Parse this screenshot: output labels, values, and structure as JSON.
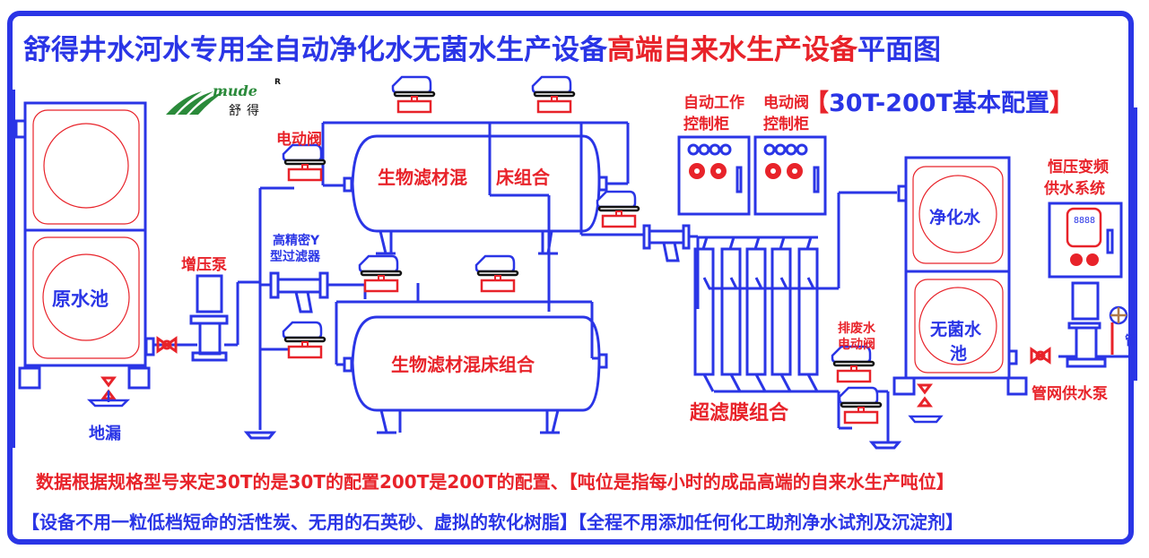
{
  "title": {
    "part1": "舒得井水河水专用全自动净化水无菌水生产设备",
    "part2": "高端自来水生产设备",
    "part3": "平面图"
  },
  "subtitle": {
    "open": "【",
    "text": "30T-200T基本配置",
    "close": "】"
  },
  "logo": {
    "brand_latin": "mude",
    "brand_cn": "舒得",
    "registered": "R"
  },
  "labels": {
    "raw_water_tank": "原水池",
    "floor_drain": "地漏",
    "booster_pump": "增压泵",
    "electric_valve": "电动阀",
    "y_filter_line1": "高精密Y",
    "y_filter_line2": "型过滤器",
    "bio_filter_upper_a": "生物滤材混",
    "bio_filter_upper_b": "床组合",
    "bio_filter_lower": "生物滤材混床组合",
    "auto_cabinet_line1": "自动工作",
    "auto_cabinet_line2": "控制柜",
    "valve_cabinet_line1": "电动阀",
    "valve_cabinet_line2": "控制柜",
    "uf_group": "超滤膜组合",
    "waste_valve_line1": "排废水",
    "waste_valve_line2": "电动阀",
    "purified_tank": "净化水",
    "sterile_tank_line1": "无菌水",
    "sterile_tank_line2": "池",
    "vfd_line1": "恒压变频",
    "vfd_line2": "供水系统",
    "vfd_display": "8888",
    "network_pump": "管网供水泵",
    "pipe_edge": "管"
  },
  "notes": {
    "line1": "数据根据规格型号来定30T的是30T的配置200T是200T的配置、【吨位是指每小时的成品高端的自来水生产吨位】",
    "line2": "【设备不用一粒低档短命的活性炭、无用的石英砂、虚拟的软化树脂】【全程不用添加任何化工助剂净水试剂及沉淀剂】"
  },
  "colors": {
    "primary_blue": "#2a35e6",
    "accent_red": "#e8232a",
    "logo_green": "#2a8a3a"
  }
}
